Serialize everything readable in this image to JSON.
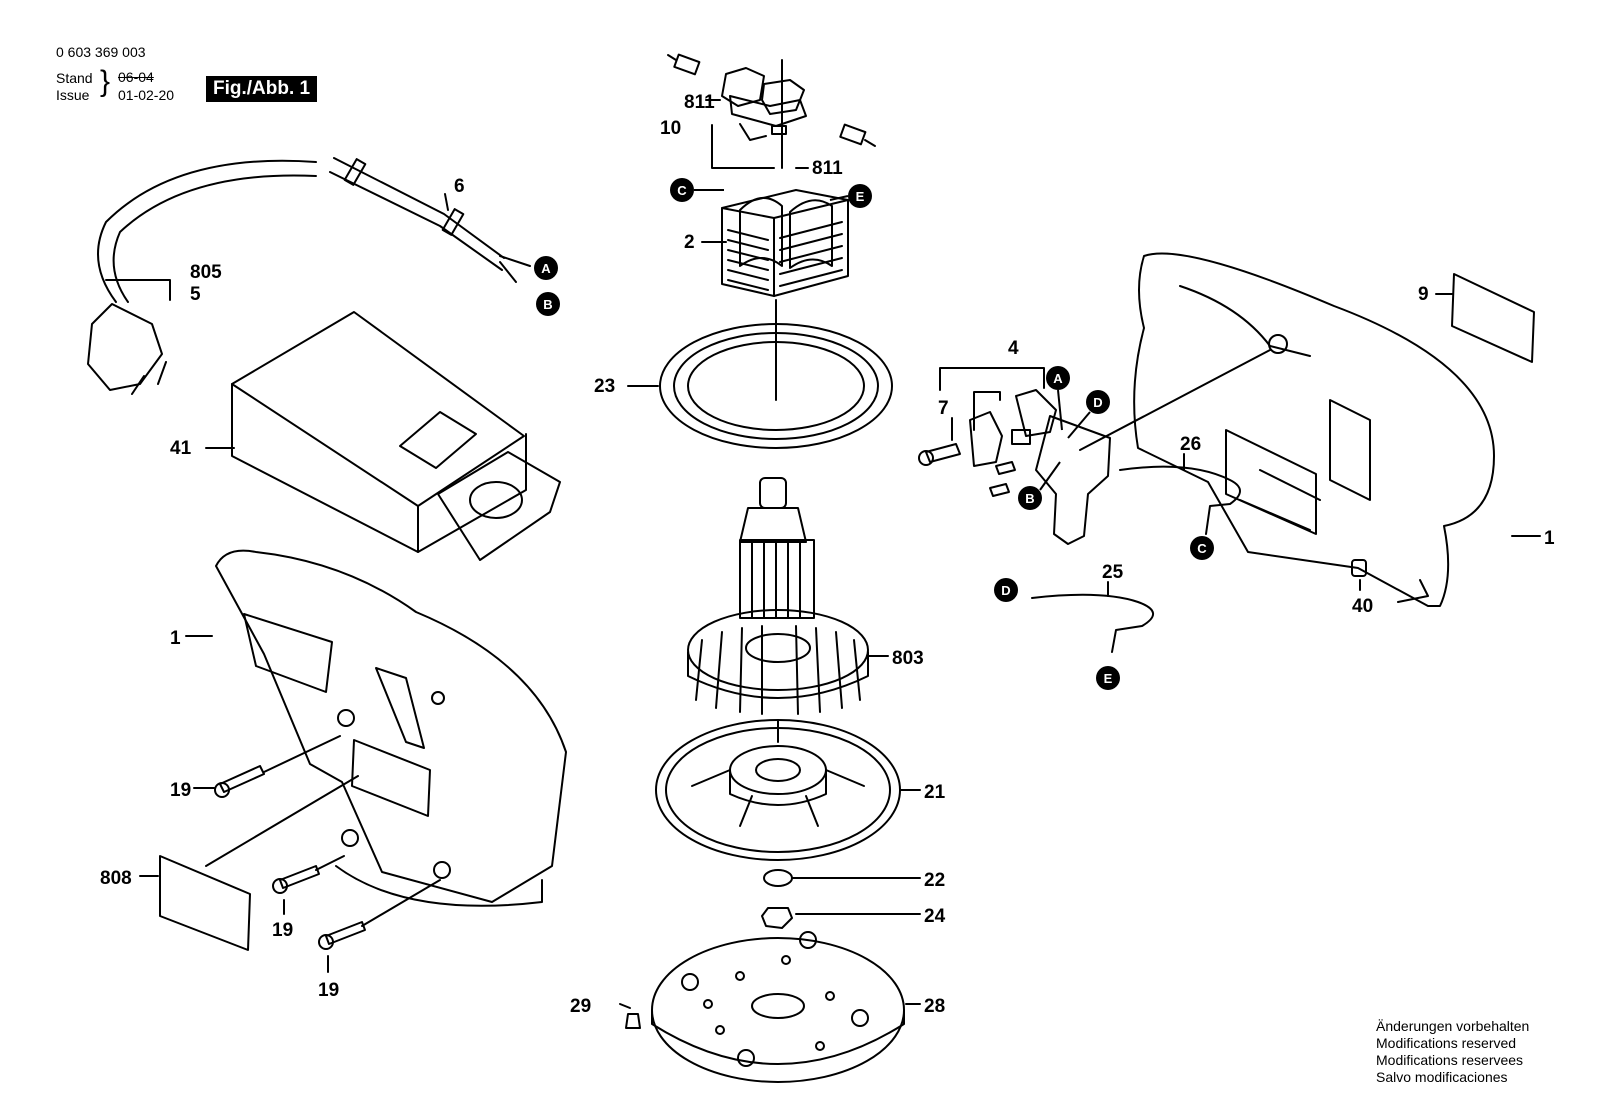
{
  "header": {
    "part_number": "0 603 369 003",
    "stand_label": "Stand",
    "issue_label": "Issue",
    "old_date": "06-04",
    "date": "01-02-20",
    "figure": "Fig./Abb. 1"
  },
  "labels": {
    "p811a": "811",
    "p10": "10",
    "p811b": "811",
    "p2": "2",
    "p23": "23",
    "p6": "6",
    "p805": "805",
    "p5": "5",
    "p41": "41",
    "p1a": "1",
    "p19a": "19",
    "p808": "808",
    "p19b": "19",
    "p19c": "19",
    "p803": "803",
    "p21": "21",
    "p22": "22",
    "p24": "24",
    "p28": "28",
    "p29": "29",
    "p4": "4",
    "p7": "7",
    "p26": "26",
    "p25": "25",
    "p9": "9",
    "p1b": "1",
    "p40": "40"
  },
  "connectors": {
    "c_top": "C",
    "e_top": "E",
    "a_cord": "A",
    "b_cord": "B",
    "a_sw": "A",
    "d_sw": "D",
    "b_sw": "B",
    "c_wire": "C",
    "d_wire": "D",
    "e_wire": "E"
  },
  "notes": [
    "Änderungen vorbehalten",
    "Modifications reserved",
    "Modifications reservees",
    "Salvo modificaciones"
  ]
}
